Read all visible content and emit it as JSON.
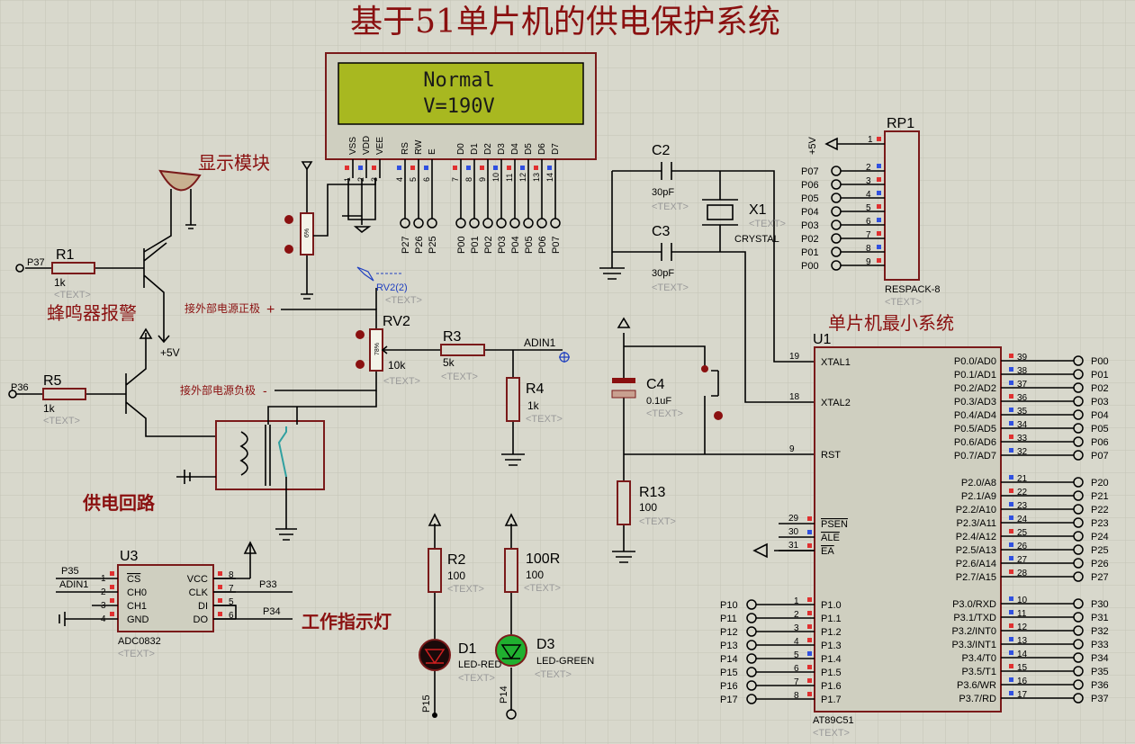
{
  "title": "基于51单片机的供电保护系统",
  "lcd": {
    "line1": "Normal",
    "line2": "V=190V",
    "pins": [
      "VSS",
      "VDD",
      "VEE",
      "RS",
      "RW",
      "E",
      "D0",
      "D1",
      "D2",
      "D3",
      "D4",
      "D5",
      "D6",
      "D7"
    ],
    "pin_nums": [
      "1",
      "2",
      "3",
      "4",
      "5",
      "6",
      "7",
      "8",
      "9",
      "10",
      "11",
      "12",
      "13",
      "14"
    ],
    "ports": [
      "P27",
      "P26",
      "P25",
      "P00",
      "P01",
      "P02",
      "P03",
      "P04",
      "P05",
      "P06",
      "P07"
    ]
  },
  "labels": {
    "display": "显示模块",
    "buzzer": "蜂鸣器报警",
    "supply": "供电回路",
    "work_led": "工作指示灯",
    "mcu": "单片机最小系统",
    "ext_pos": "接外部电源正极",
    "ext_neg": "接外部电源负极",
    "plus": "+",
    "minus": "-"
  },
  "components": {
    "r1": {
      "ref": "R1",
      "val": "1k",
      "pin": "P37"
    },
    "r5": {
      "ref": "R5",
      "val": "1k",
      "pin": "P36"
    },
    "r2": {
      "ref": "R2",
      "val": "100"
    },
    "r3": {
      "ref": "R3",
      "val": "5k"
    },
    "r4": {
      "ref": "R4",
      "val": "1k"
    },
    "r13": {
      "ref": "R13",
      "val": "100"
    },
    "r100": {
      "ref": "100R",
      "val": "100"
    },
    "rv2": {
      "ref": "RV2",
      "val": "10k",
      "probe": "RV2(2)",
      "pct": "78%"
    },
    "rv1_pct": "6%",
    "c2": {
      "ref": "C2",
      "val": "30pF"
    },
    "c3": {
      "ref": "C3",
      "val": "30pF"
    },
    "c4": {
      "ref": "C4",
      "val": "0.1uF"
    },
    "x1": {
      "ref": "X1",
      "val": "CRYSTAL"
    },
    "d1": {
      "ref": "D1",
      "val": "LED-RED",
      "pin": "P15"
    },
    "d3": {
      "ref": "D3",
      "val": "LED-GREEN",
      "pin": "P14"
    },
    "rp1": {
      "ref": "RP1",
      "val": "RESPACK-8",
      "vcc": "+5V",
      "pins": [
        "P07",
        "P06",
        "P05",
        "P04",
        "P03",
        "P02",
        "P01",
        "P00"
      ],
      "nums": [
        "1",
        "2",
        "3",
        "4",
        "5",
        "6",
        "7",
        "8",
        "9"
      ]
    },
    "vplus": "+5V",
    "adin1": "ADIN1",
    "text_ph": "<TEXT>"
  },
  "u3": {
    "ref": "U3",
    "val": "ADC0832",
    "left": [
      "CS",
      "CH0",
      "CH1",
      "GND"
    ],
    "right": [
      "VCC",
      "CLK",
      "DI",
      "DO"
    ],
    "lnums": [
      "1",
      "2",
      "3",
      "4"
    ],
    "rnums": [
      "8",
      "7",
      "5",
      "6"
    ],
    "lnets": [
      "P35",
      "ADIN1"
    ],
    "rnets": [
      "P33",
      "P34"
    ]
  },
  "u1": {
    "ref": "U1",
    "val": "AT89C51",
    "left_top": [
      {
        "n": "19",
        "l": "XTAL1"
      },
      {
        "n": "18",
        "l": "XTAL2"
      },
      {
        "n": "9",
        "l": "RST"
      }
    ],
    "left_mid": [
      {
        "n": "29",
        "l": "PSEN"
      },
      {
        "n": "30",
        "l": "ALE"
      },
      {
        "n": "31",
        "l": "EA"
      }
    ],
    "left_bot": [
      {
        "n": "1",
        "l": "P1.0",
        "p": "P10"
      },
      {
        "n": "2",
        "l": "P1.1",
        "p": "P11"
      },
      {
        "n": "3",
        "l": "P1.2",
        "p": "P12"
      },
      {
        "n": "4",
        "l": "P1.3",
        "p": "P13"
      },
      {
        "n": "5",
        "l": "P1.4",
        "p": "P14"
      },
      {
        "n": "6",
        "l": "P1.5",
        "p": "P15"
      },
      {
        "n": "7",
        "l": "P1.6",
        "p": "P16"
      },
      {
        "n": "8",
        "l": "P1.7",
        "p": "P17"
      }
    ],
    "right": [
      {
        "n": "39",
        "l": "P0.0/AD0",
        "p": "P00"
      },
      {
        "n": "38",
        "l": "P0.1/AD1",
        "p": "P01"
      },
      {
        "n": "37",
        "l": "P0.2/AD2",
        "p": "P02"
      },
      {
        "n": "36",
        "l": "P0.3/AD3",
        "p": "P03"
      },
      {
        "n": "35",
        "l": "P0.4/AD4",
        "p": "P04"
      },
      {
        "n": "34",
        "l": "P0.5/AD5",
        "p": "P05"
      },
      {
        "n": "33",
        "l": "P0.6/AD6",
        "p": "P06"
      },
      {
        "n": "32",
        "l": "P0.7/AD7",
        "p": "P07"
      },
      {
        "n": "21",
        "l": "P2.0/A8",
        "p": "P20"
      },
      {
        "n": "22",
        "l": "P2.1/A9",
        "p": "P21"
      },
      {
        "n": "23",
        "l": "P2.2/A10",
        "p": "P22"
      },
      {
        "n": "24",
        "l": "P2.3/A11",
        "p": "P23"
      },
      {
        "n": "25",
        "l": "P2.4/A12",
        "p": "P24"
      },
      {
        "n": "26",
        "l": "P2.5/A13",
        "p": "P25"
      },
      {
        "n": "27",
        "l": "P2.6/A14",
        "p": "P26"
      },
      {
        "n": "28",
        "l": "P2.7/A15",
        "p": "P27"
      },
      {
        "n": "10",
        "l": "P3.0/RXD",
        "p": "P30"
      },
      {
        "n": "11",
        "l": "P3.1/TXD",
        "p": "P31"
      },
      {
        "n": "12",
        "l": "P3.2/INT0",
        "p": "P32"
      },
      {
        "n": "13",
        "l": "P3.3/INT1",
        "p": "P33"
      },
      {
        "n": "14",
        "l": "P3.4/T0",
        "p": "P34"
      },
      {
        "n": "15",
        "l": "P3.5/T1",
        "p": "P35"
      },
      {
        "n": "16",
        "l": "P3.6/WR",
        "p": "P36"
      },
      {
        "n": "17",
        "l": "P3.7/RD",
        "p": "P37"
      }
    ]
  }
}
